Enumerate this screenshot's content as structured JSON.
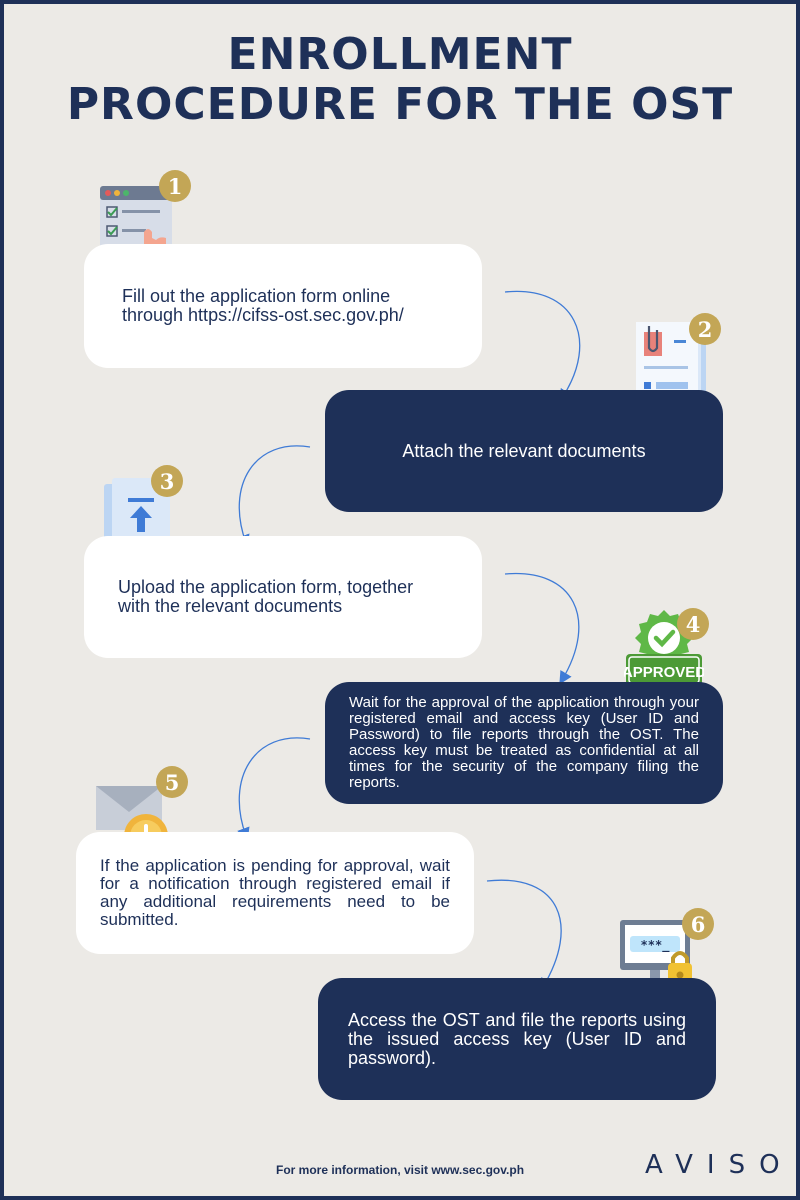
{
  "title": {
    "line1": "ENROLLMENT",
    "line2": "PROCEDURE FOR THE OST"
  },
  "steps": [
    {
      "number": "1",
      "text": "Fill out the application form online through https://cifss-ost.sec.gov.ph/",
      "icon": "checklist-form-icon"
    },
    {
      "number": "2",
      "text": "Attach the relevant documents",
      "icon": "clipped-documents-icon"
    },
    {
      "number": "3",
      "text": "Upload the application form, together with the relevant documents",
      "icon": "upload-file-icon"
    },
    {
      "number": "4",
      "text": "Wait for the approval of the application through your registered email and access key (User ID and Password) to file reports through the OST. The access key must be treated as confidential at all times for the security of the company filing the reports.",
      "icon": "approved-stamp-icon",
      "stamp_text": "APPROVED"
    },
    {
      "number": "5",
      "text": "If the application is pending for approval, wait for a notification through registered email if any additional requirements need to be submitted.",
      "icon": "envelope-clock-icon"
    },
    {
      "number": "6",
      "text": "Access the OST and file the reports using the issued access key (User ID and password).",
      "icon": "password-monitor-lock-icon",
      "screen_text": "***_"
    }
  ],
  "footer": {
    "info": "For more information, visit www.sec.gov.ph",
    "logo": "AVISO"
  },
  "colors": {
    "navy": "#1e3058",
    "background": "#eceae6",
    "gold": "#c3a656",
    "arrow_blue": "#3f7bd6"
  }
}
